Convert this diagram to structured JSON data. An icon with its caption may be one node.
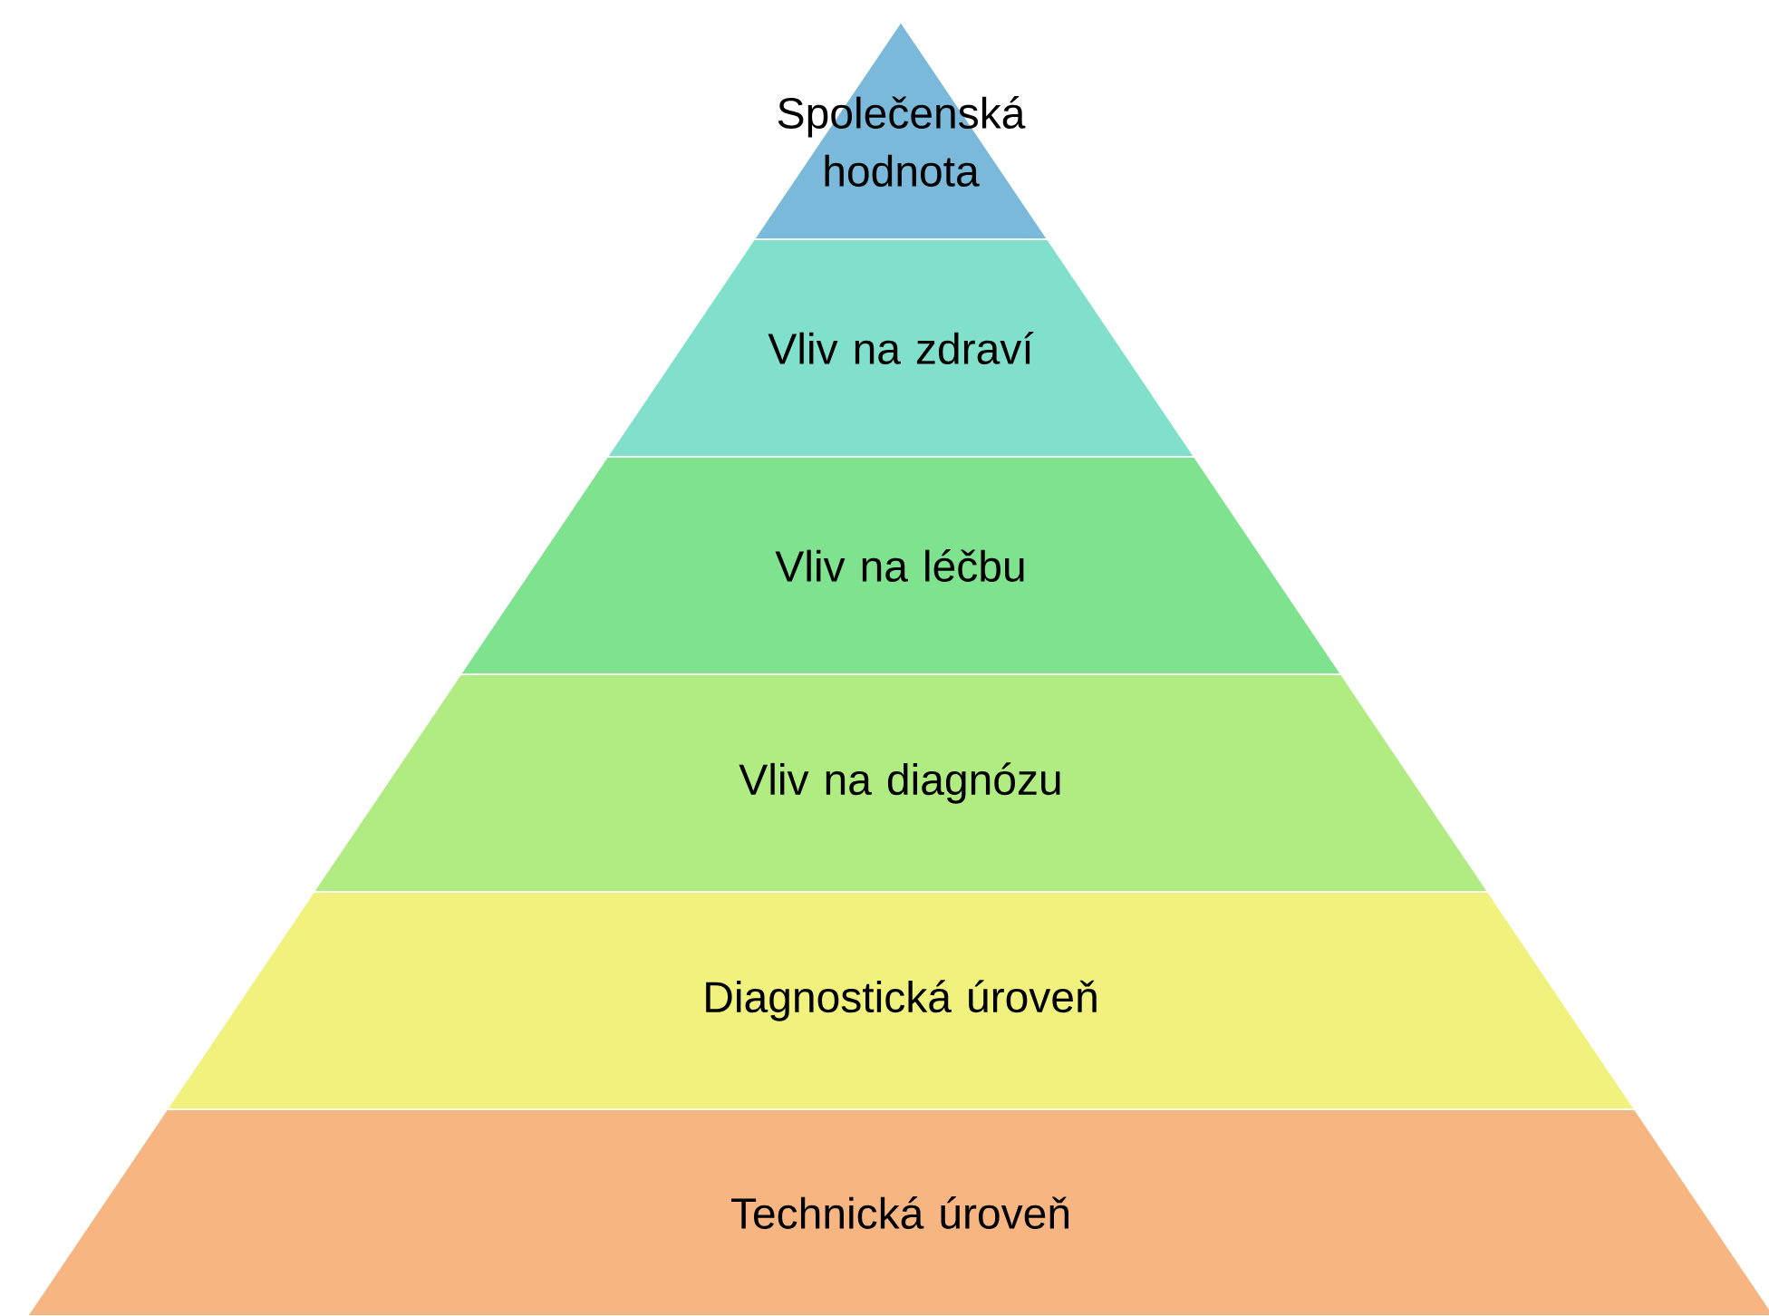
{
  "diagram": {
    "nodes": [
      {
        "text": [
          "Společenská hodnota"
        ]
      },
      {
        "text": [
          "Vliv na zdraví"
        ]
      },
      {
        "text": [
          "Vliv na léčbu"
        ]
      },
      {
        "text": [
          "Vliv na diagnózu"
        ]
      },
      {
        "text": [
          "Diagnostická úroveň"
        ]
      },
      {
        "text": [
          "Technická úroveň"
        ]
      }
    ]
  }
}
